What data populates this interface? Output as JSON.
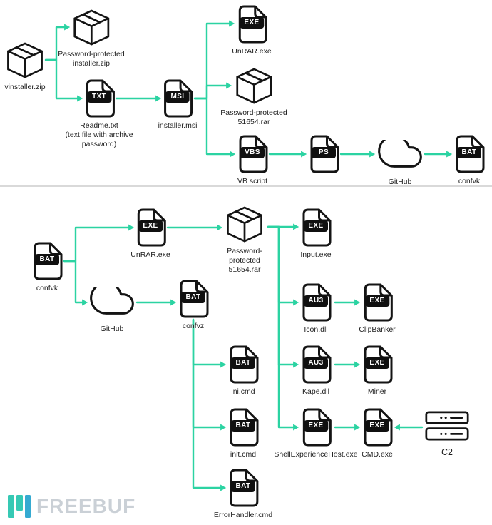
{
  "colors": {
    "accent": "#2bd3a2",
    "icon": "#141414",
    "divider": "#d9d9d9",
    "badge_bg": "#101010",
    "badge_text": "#ffffff",
    "wm_icon": "#2cc7b0",
    "wm_icon2": "#2ba6cf",
    "wm_text": "#c8ced4"
  },
  "watermark": {
    "text": "FREEBUF"
  },
  "nodes": {
    "vinstaller_zip": {
      "type": "archive",
      "label": "vinstaller.zip"
    },
    "installer_zip": {
      "type": "archive",
      "label": "Password-protected\ninstaller.zip"
    },
    "readme_txt": {
      "type": "file",
      "badge": "TXT",
      "label": "Readme.txt\n(text file with archive\npassword)"
    },
    "installer_msi": {
      "type": "file",
      "badge": "MSI",
      "label": "installer.msi"
    },
    "unrar_exe_top": {
      "type": "file",
      "badge": "EXE",
      "label": "UnRAR.exe"
    },
    "rar_top": {
      "type": "archive",
      "label": "Password-protected\n51654.rar"
    },
    "vb_script": {
      "type": "file",
      "badge": "VBS",
      "label": "VB script"
    },
    "ps": {
      "type": "file",
      "badge": "PS",
      "label": ""
    },
    "github_top": {
      "type": "cloud",
      "label": "GitHub"
    },
    "confvk_top": {
      "type": "file",
      "badge": "BAT",
      "label": "confvk"
    },
    "confvk": {
      "type": "file",
      "badge": "BAT",
      "label": "confvk"
    },
    "unrar_exe": {
      "type": "file",
      "badge": "EXE",
      "label": "UnRAR.exe"
    },
    "github": {
      "type": "cloud",
      "label": "GitHub"
    },
    "rar": {
      "type": "archive",
      "label": "Password-\nprotected\n51654.rar"
    },
    "confvz": {
      "type": "file",
      "badge": "BAT",
      "label": "confvz"
    },
    "input_exe": {
      "type": "file",
      "badge": "EXE",
      "label": "Input.exe"
    },
    "icon_dll": {
      "type": "file",
      "badge": "AU3",
      "label": "Icon.dll"
    },
    "clipbanker": {
      "type": "file",
      "badge": "EXE",
      "label": "ClipBanker"
    },
    "kape_dll": {
      "type": "file",
      "badge": "AU3",
      "label": "Kape.dll"
    },
    "miner": {
      "type": "file",
      "badge": "EXE",
      "label": "Miner"
    },
    "shellexperiencehost": {
      "type": "file",
      "badge": "EXE",
      "label": "ShellExperienceHost.exe"
    },
    "cmd_exe": {
      "type": "file",
      "badge": "EXE",
      "label": "CMD.exe"
    },
    "c2": {
      "type": "server",
      "label": "C2"
    },
    "ini_cmd": {
      "type": "file",
      "badge": "BAT",
      "label": "ini.cmd"
    },
    "init_cmd": {
      "type": "file",
      "badge": "BAT",
      "label": "init.cmd"
    },
    "errorhandler_cmd": {
      "type": "file",
      "badge": "BAT",
      "label": "ErrorHandler.cmd"
    }
  },
  "edges": [
    {
      "from": "vinstaller_zip",
      "to": "installer_zip"
    },
    {
      "from": "vinstaller_zip",
      "to": "readme_txt"
    },
    {
      "from": "readme_txt",
      "to": "installer_msi"
    },
    {
      "from": "installer_msi",
      "to": "unrar_exe_top"
    },
    {
      "from": "installer_msi",
      "to": "rar_top"
    },
    {
      "from": "installer_msi",
      "to": "vb_script"
    },
    {
      "from": "vb_script",
      "to": "ps"
    },
    {
      "from": "ps",
      "to": "github_top"
    },
    {
      "from": "github_top",
      "to": "confvk_top"
    },
    {
      "from": "confvk",
      "to": "unrar_exe"
    },
    {
      "from": "confvk",
      "to": "github"
    },
    {
      "from": "unrar_exe",
      "to": "rar"
    },
    {
      "from": "github",
      "to": "confvz"
    },
    {
      "from": "rar",
      "to": "input_exe"
    },
    {
      "from": "rar",
      "to": "icon_dll"
    },
    {
      "from": "rar",
      "to": "kape_dll"
    },
    {
      "from": "rar",
      "to": "shellexperiencehost"
    },
    {
      "from": "icon_dll",
      "to": "clipbanker"
    },
    {
      "from": "kape_dll",
      "to": "miner"
    },
    {
      "from": "shellexperiencehost",
      "to": "cmd_exe"
    },
    {
      "from": "c2",
      "to": "cmd_exe"
    },
    {
      "from": "confvz",
      "to": "ini_cmd"
    },
    {
      "from": "confvz",
      "to": "init_cmd"
    },
    {
      "from": "confvz",
      "to": "errorhandler_cmd"
    }
  ]
}
